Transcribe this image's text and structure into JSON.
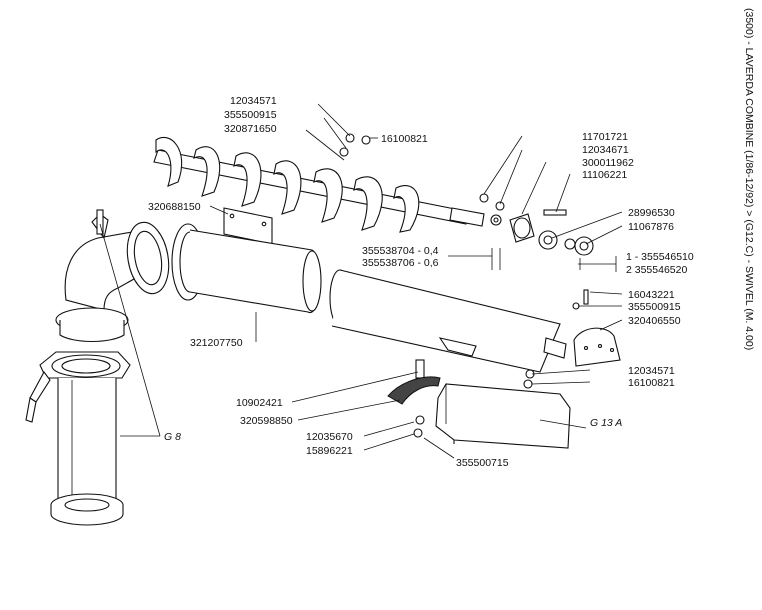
{
  "header": {
    "side_title": "(3500) - LAVERDA COMBINE (1/86-12/92) > (G12.C) - SWIVEL (M. 4.00)"
  },
  "labels": {
    "p12034571_a": "12034571",
    "p355500915_a": "355500915",
    "p320871650": "320871650",
    "p16100821_a": "16100821",
    "p320688150": "320688150",
    "p11701721": "11701721",
    "p12034671": "12034671",
    "p300011962": "300011962",
    "p11106221": "11106221",
    "p28996530": "28996530",
    "p11067876": "11067876",
    "p355538704": "355538704 - 0,4",
    "p355538706": "355538706 - 0,6",
    "p355546510": "1 - 355546510",
    "p355546520": "2   355546520",
    "p16043221": "16043221",
    "p355500915_b": "355500915",
    "p320406550": "320406550",
    "p321207750": "321207750",
    "p12034571_b": "12034571",
    "p16100821_b": "16100821",
    "p10902421": "10902421",
    "p320598850": "320598850",
    "p12035670": "12035670",
    "p15896221": "15896221",
    "p355500715": "355500715",
    "g8": "G 8",
    "g13a": "G 13 A"
  }
}
